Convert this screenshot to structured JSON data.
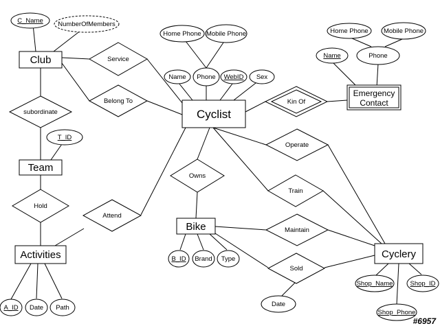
{
  "entities": {
    "club": "Club",
    "team": "Team",
    "activities": "Activities",
    "cyclist": "Cyclist",
    "bike": "Bike",
    "emergency_contact": [
      "Emergency",
      "Contact"
    ],
    "cyclery": "Cyclery"
  },
  "relationships": {
    "service": "Service",
    "belong_to": "Belong To",
    "subordinate": "subordinate",
    "hold": "Hold",
    "attend": "Attend",
    "owns": "Owns",
    "kin_of": "Kin Of",
    "operate": "Operate",
    "train": "Train",
    "maintain": "Maintain",
    "sold": "Sold"
  },
  "attributes": {
    "c_name": "C_Name",
    "number_of_members": "NumberOfMembers",
    "t_id": "T_ID",
    "a_id": "A_ID",
    "activity_date": "Date",
    "path": "Path",
    "cyclist_name": "Name",
    "cyclist_phone": "Phone",
    "home_phone": "Home Phone",
    "mobile_phone": "Mobile Phone",
    "web_id": "WebID",
    "sex": "Sex",
    "ec_name": "Name",
    "ec_phone": "Phone",
    "ec_home_phone": "Home Phone",
    "ec_mobile_phone": "Mobile Phone",
    "b_id": "B_ID",
    "brand": "Brand",
    "type": "Type",
    "sold_date": "Date",
    "shop_name": "Shop_Name",
    "shop_id": "Shop_ID",
    "shop_phone": "Shop_Phone"
  },
  "watermark": "#6957"
}
